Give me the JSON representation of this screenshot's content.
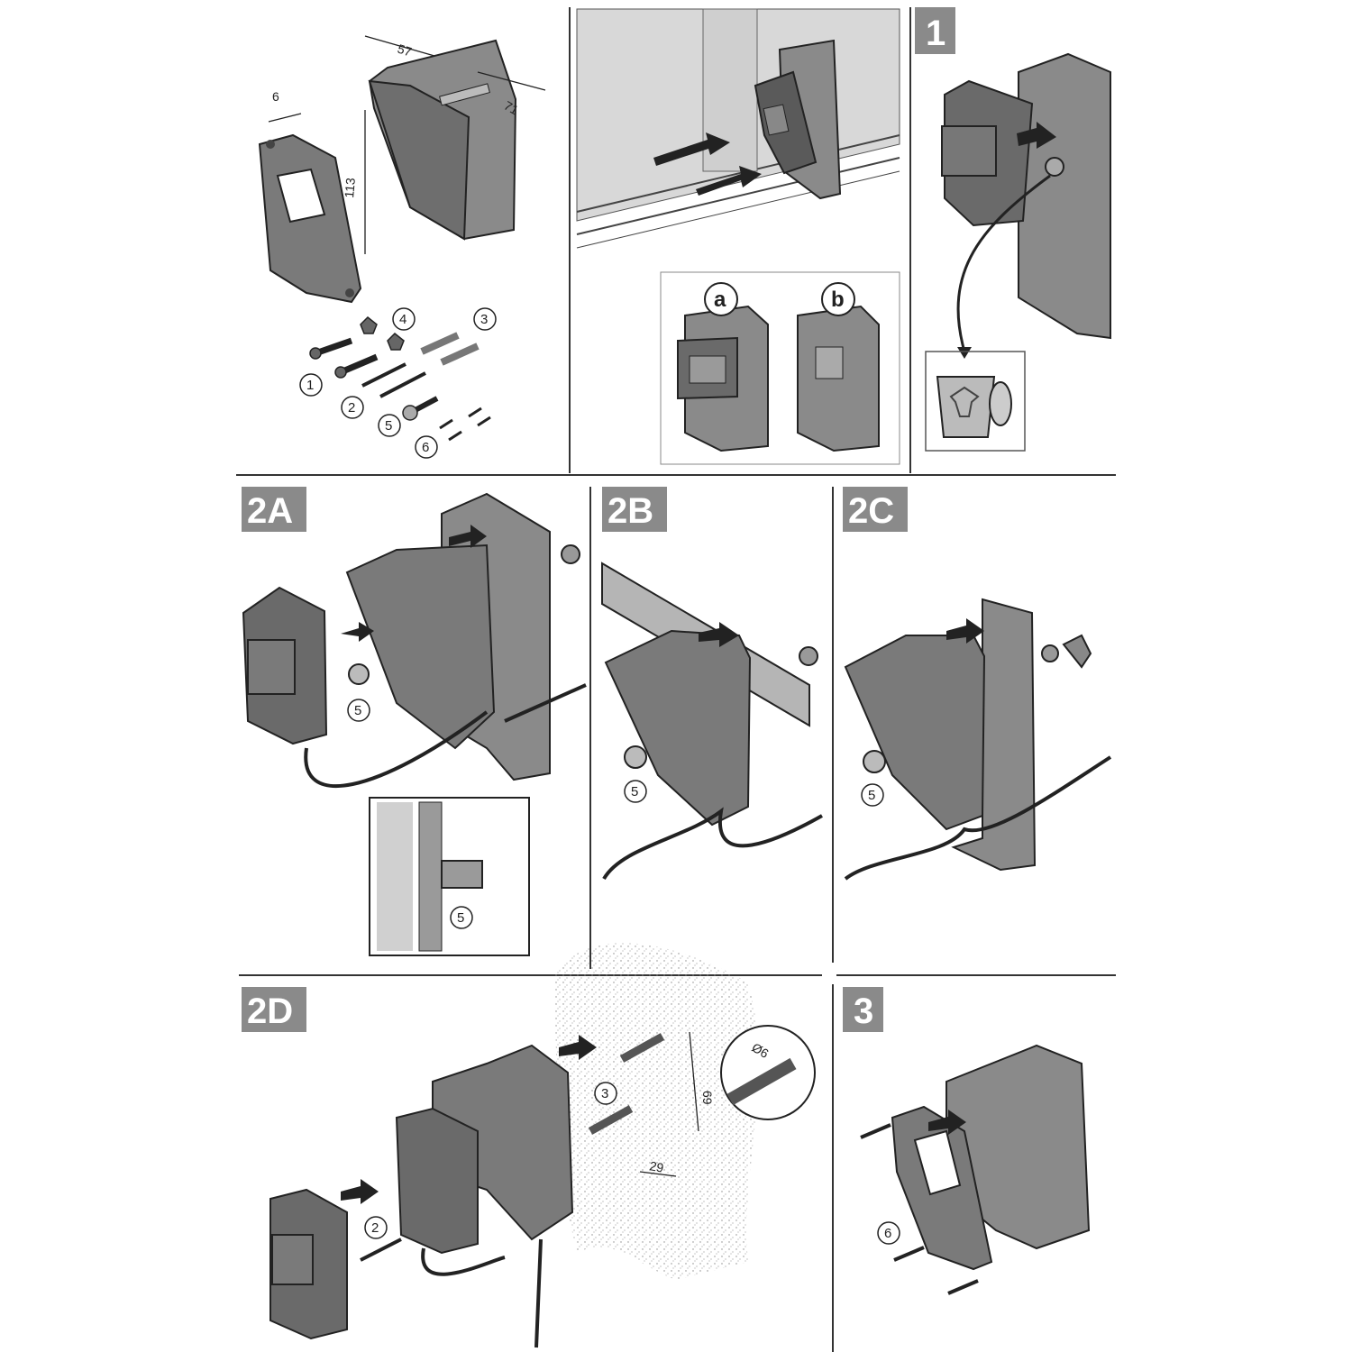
{
  "panels": {
    "step1": {
      "label": "1"
    },
    "step2a": {
      "label": "2A"
    },
    "step2b": {
      "label": "2B"
    },
    "step2c": {
      "label": "2C"
    },
    "step2d": {
      "label": "2D"
    },
    "step3": {
      "label": "3"
    }
  },
  "dimensions": {
    "width_top": "57",
    "depth": "71",
    "height": "113",
    "cover_thickness": "6",
    "hole_diameter": "Ø6",
    "hole_spacing_vertical": "69",
    "hole_spacing_horizontal": "29"
  },
  "variants": {
    "a": "a",
    "b": "b"
  },
  "parts": [
    "1",
    "2",
    "3",
    "4",
    "5",
    "6"
  ],
  "icons": [
    "recycling-bin-icon",
    "push-arrow-icon",
    "pull-arrow-icon"
  ],
  "colors": {
    "device_gray": "#8c8c8c",
    "label_bg": "#8a8a8a",
    "wall_fill": "#d8d8d8"
  }
}
